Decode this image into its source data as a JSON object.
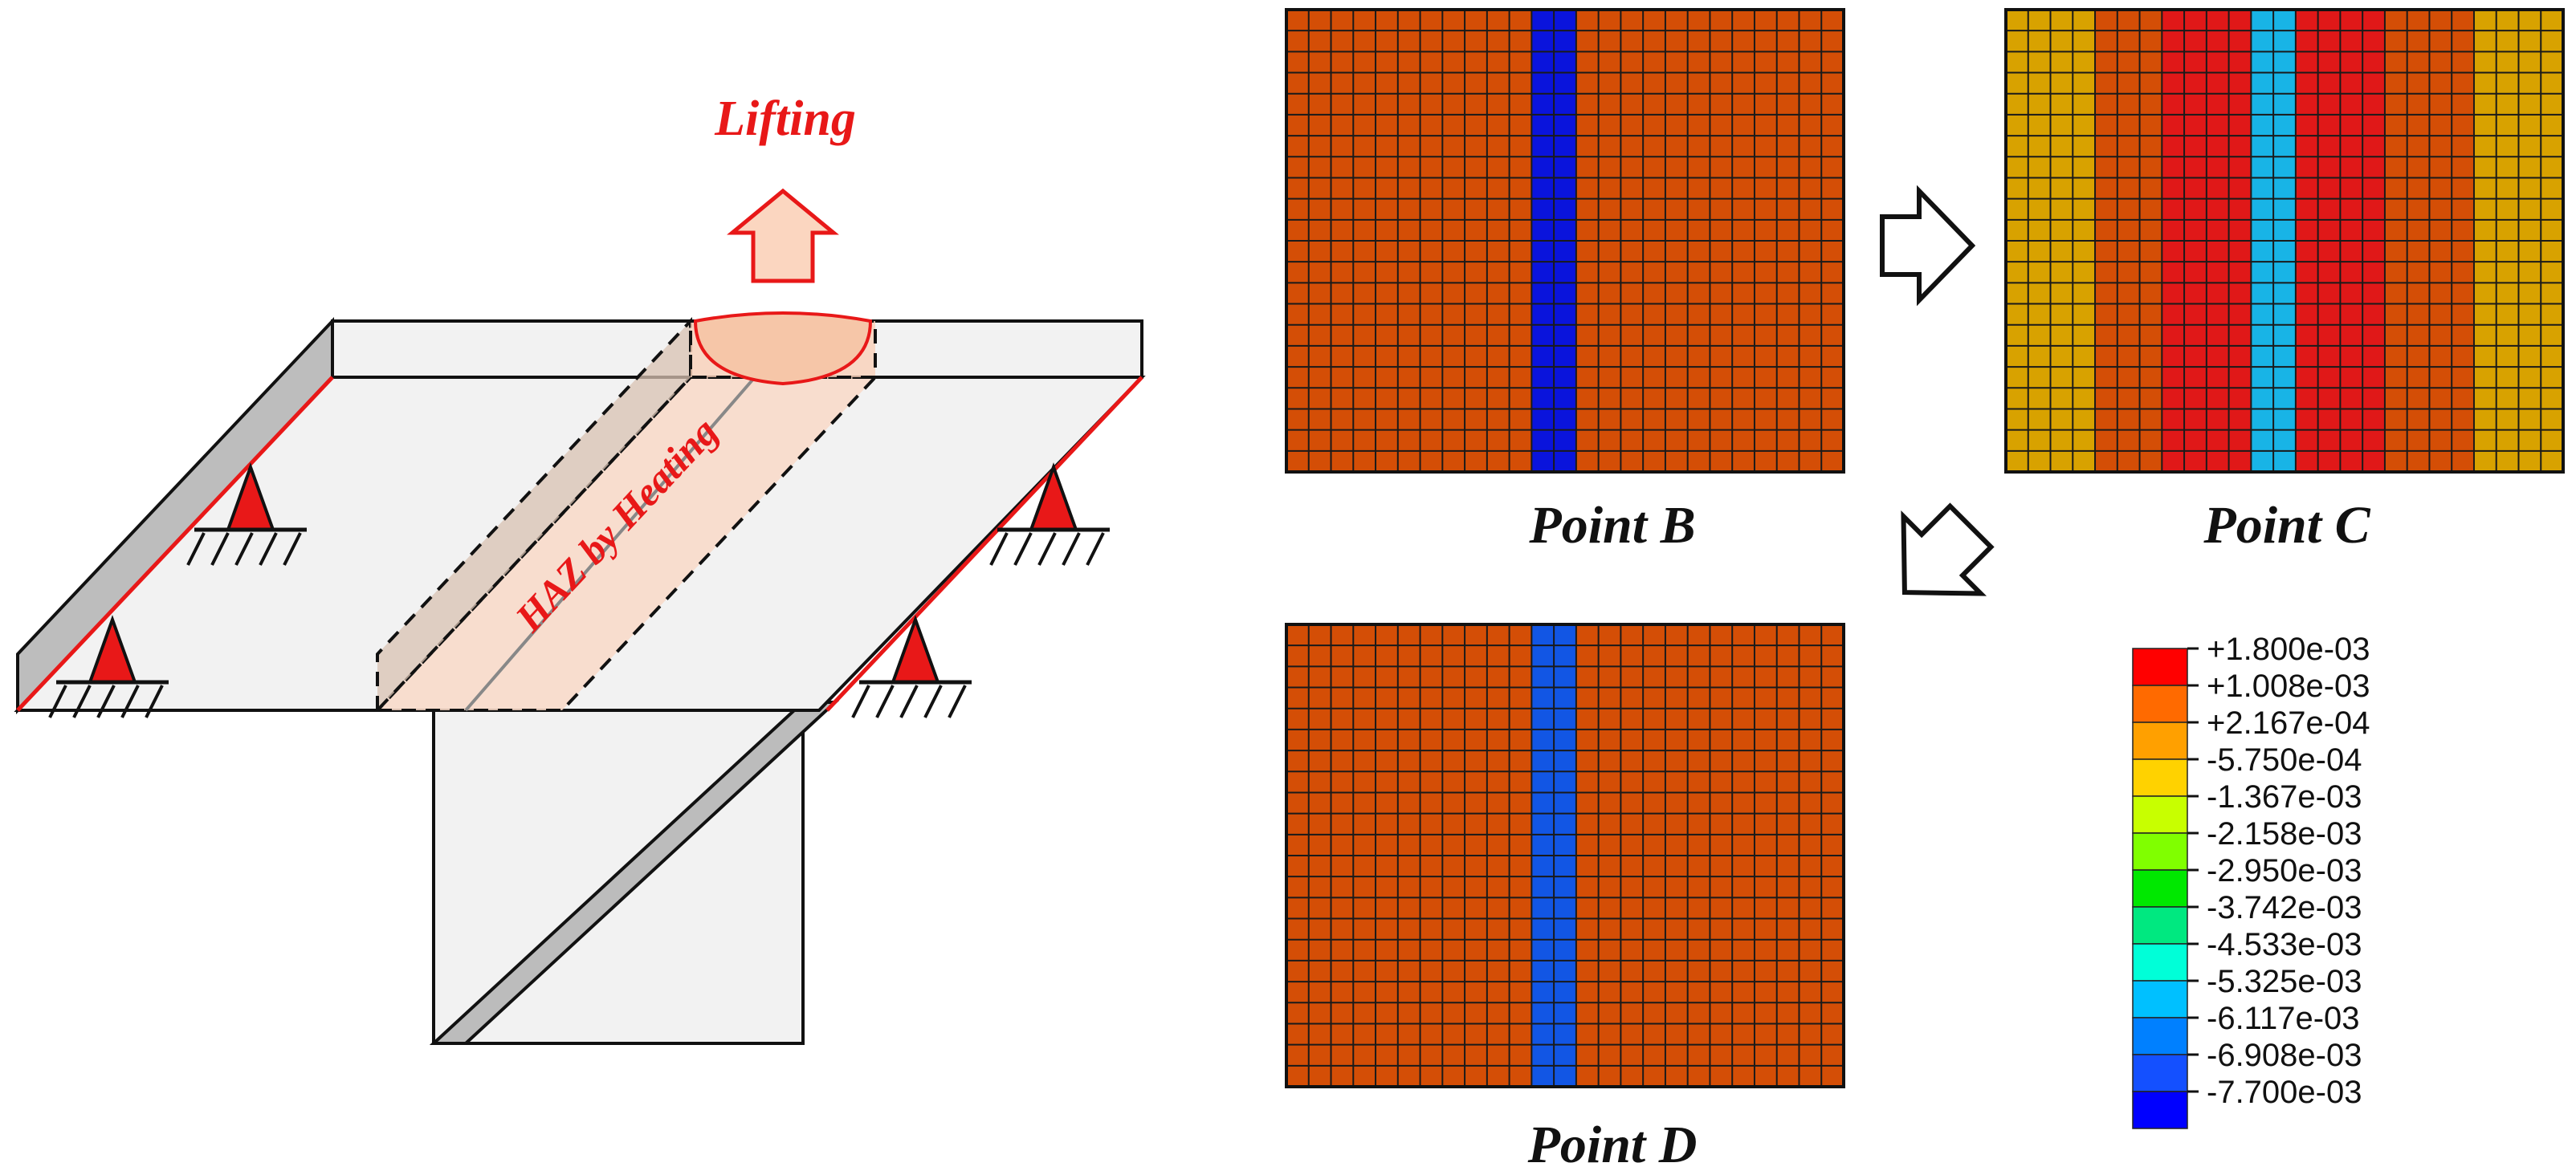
{
  "diagram": {
    "lifting_label": "Lifting",
    "haz_label": "HAZ by Heating",
    "accent_color": "#e81818"
  },
  "panels": [
    {
      "id": "B",
      "label": "Point B",
      "columns": [
        "#d44e06",
        "#d44e06",
        "#d44e06",
        "#d44e06",
        "#d44e06",
        "#d44e06",
        "#d44e06",
        "#d44e06",
        "#d44e06",
        "#d44e06",
        "#d44e06",
        "#0a14dc",
        "#0a14dc",
        "#d44e06",
        "#d44e06",
        "#d44e06",
        "#d44e06",
        "#d44e06",
        "#d44e06",
        "#d44e06",
        "#d44e06",
        "#d44e06",
        "#d44e06",
        "#d44e06",
        "#d44e06"
      ]
    },
    {
      "id": "C",
      "label": "Point C",
      "columns": [
        "#d8a200",
        "#d8a200",
        "#d8a200",
        "#d8a200",
        "#d44e06",
        "#d44e06",
        "#d44e06",
        "#e01818",
        "#e01818",
        "#e01818",
        "#e01818",
        "#18b4e6",
        "#18b4e6",
        "#e01818",
        "#e01818",
        "#e01818",
        "#e01818",
        "#d44e06",
        "#d44e06",
        "#d44e06",
        "#d44e06",
        "#d8a200",
        "#d8a200",
        "#d8a200",
        "#d8a200"
      ]
    },
    {
      "id": "D",
      "label": "Point D",
      "columns": [
        "#d44e06",
        "#d44e06",
        "#d44e06",
        "#d44e06",
        "#d44e06",
        "#d44e06",
        "#d44e06",
        "#d44e06",
        "#d44e06",
        "#d44e06",
        "#d44e06",
        "#1256e4",
        "#1256e4",
        "#d44e06",
        "#d44e06",
        "#d44e06",
        "#d44e06",
        "#d44e06",
        "#d44e06",
        "#d44e06",
        "#d44e06",
        "#d44e06",
        "#d44e06",
        "#d44e06",
        "#d44e06"
      ]
    }
  ],
  "legend": {
    "colors": [
      "#ff0000",
      "#ff6a00",
      "#ffa000",
      "#ffd200",
      "#c8ff00",
      "#80ff00",
      "#00e800",
      "#00e880",
      "#00ffd8",
      "#00c0ff",
      "#0080ff",
      "#1450ff",
      "#0000ff"
    ],
    "values": [
      "+1.800e-03",
      "+1.008e-03",
      "+2.167e-04",
      "-5.750e-04",
      "-1.367e-03",
      "-2.158e-03",
      "-2.950e-03",
      "-3.742e-03",
      "-4.533e-03",
      "-5.325e-03",
      "-6.117e-03",
      "-6.908e-03",
      "-7.700e-03"
    ]
  }
}
